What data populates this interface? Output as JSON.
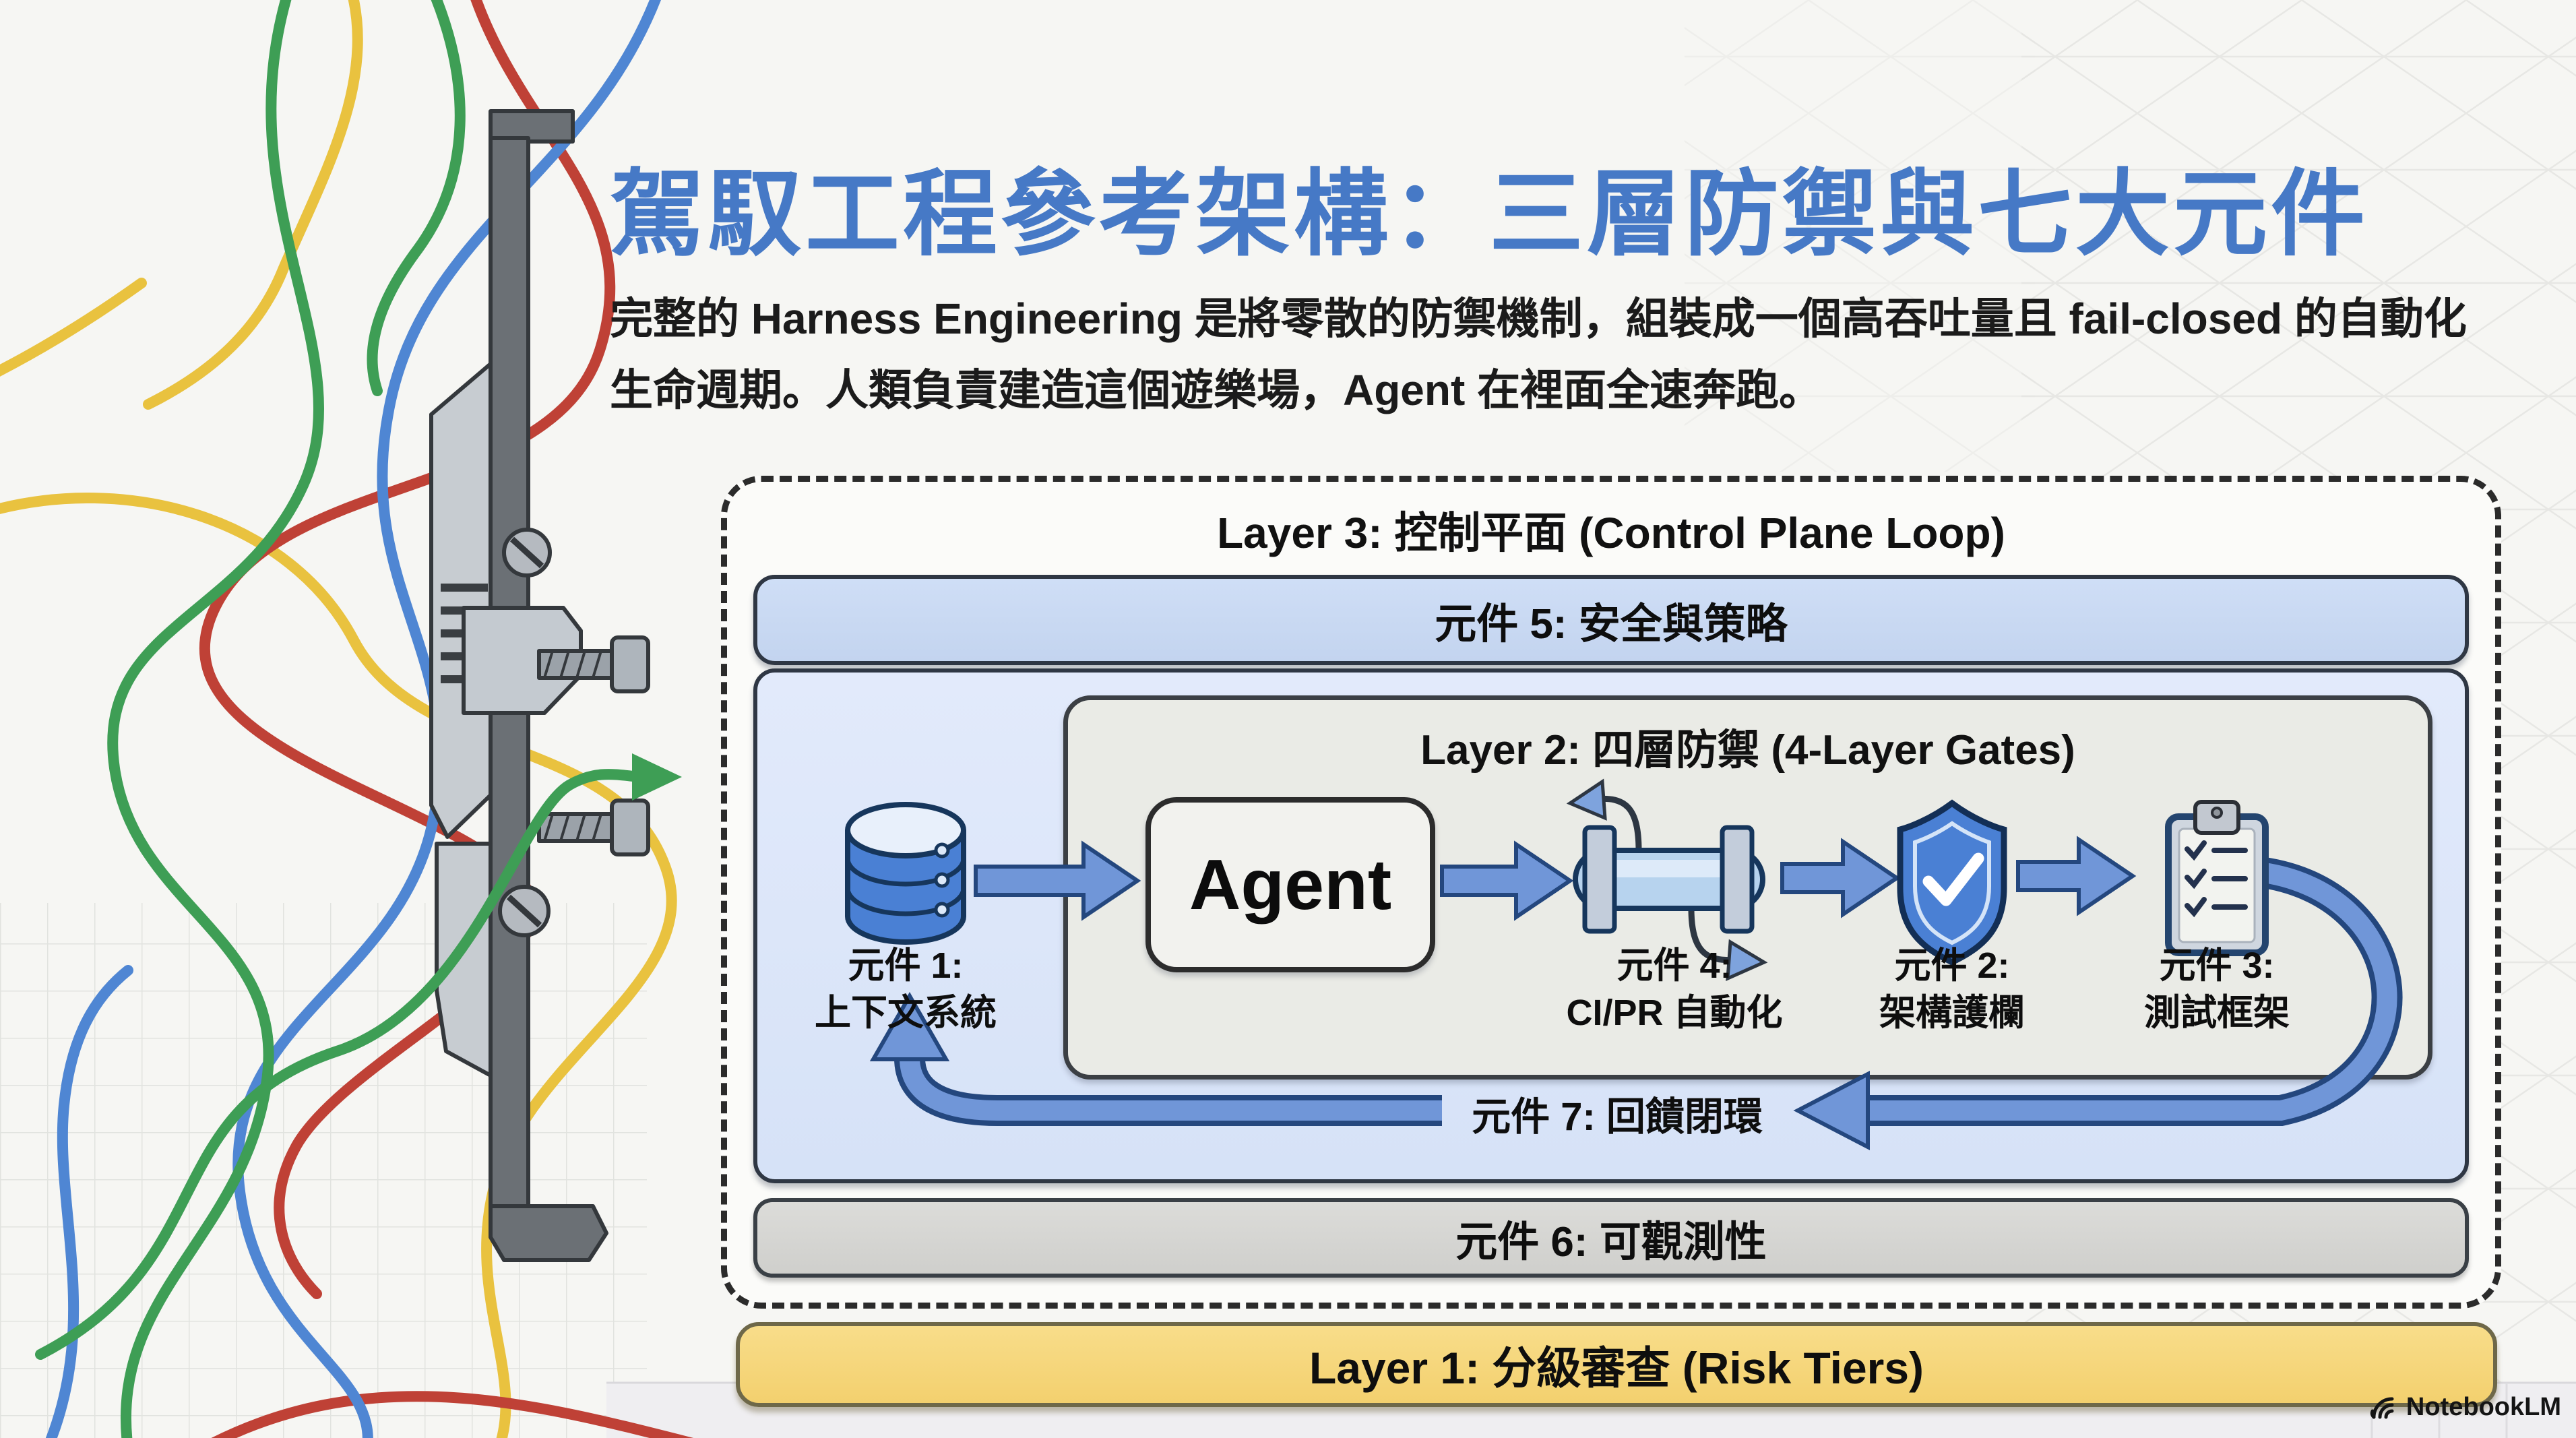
{
  "title": "駕馭工程參考架構：三層防禦與七大元件",
  "subtitle": "完整的 Harness Engineering 是將零散的防禦機制，組裝成一個高吞吐量且 fail-closed 的自動化生命週期。人類負責建造這個遊樂場，Agent 在裡面全速奔跑。",
  "diagram": {
    "layer3_title": "Layer 3: 控制平面 (Control Plane Loop)",
    "component5_label": "元件 5: 安全與策略",
    "layer2_title": "Layer 2: 四層防禦 (4-Layer Gates)",
    "agent_label": "Agent",
    "component1": {
      "line1": "元件 1:",
      "line2": "上下文系統"
    },
    "component4": {
      "line1": "元件 4:",
      "line2": "CI/PR 自動化"
    },
    "component2": {
      "line1": "元件 2:",
      "line2": "架構護欄"
    },
    "component3": {
      "line1": "元件 3:",
      "line2": "測試框架"
    },
    "component7_label": "元件 7: 回饋閉環",
    "component6_label": "元件 6: 可觀測性",
    "layer1_title": "Layer 1: 分級審查 (Risk Tiers)"
  },
  "footer": {
    "brand": "NotebookLM"
  },
  "icons": {
    "database": "database-icon",
    "pipeline": "pipeline-loop-icon",
    "shield": "shield-check-icon",
    "checklist": "clipboard-checklist-icon",
    "brand": "notebooklm-logo-icon"
  },
  "colors": {
    "title_blue": "#4679c6",
    "arrow_blue": "#7096d8",
    "arrow_outline": "#24477e",
    "component5_fill": "#c9d9f3",
    "layer2_outer_fill": "#dbe5f8",
    "layer2_inner_fill": "#eaebe6",
    "component6_fill": "#d6d6d2",
    "layer1_fill": "#f6d77e",
    "wire_blue": "#4f86d3",
    "wire_red": "#bf4136",
    "wire_yellow": "#e9c23f",
    "wire_green": "#3e9e55"
  }
}
